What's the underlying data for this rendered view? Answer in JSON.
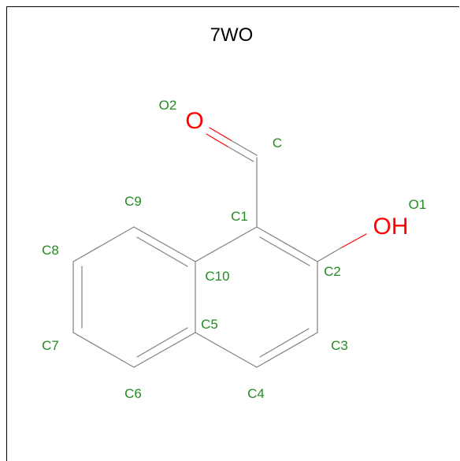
{
  "title": "7WO",
  "colors": {
    "label": "#228b22",
    "heteroatom": "#ff0000",
    "bond": "#808080",
    "text": "#000000"
  },
  "atoms": [
    {
      "id": "O2",
      "label": "O2"
    },
    {
      "id": "C",
      "label": "C"
    },
    {
      "id": "C1",
      "label": "C1"
    },
    {
      "id": "O1",
      "label": "O1"
    },
    {
      "id": "C2",
      "label": "C2"
    },
    {
      "id": "C3",
      "label": "C3"
    },
    {
      "id": "C4",
      "label": "C4"
    },
    {
      "id": "C5",
      "label": "C5"
    },
    {
      "id": "C6",
      "label": "C6"
    },
    {
      "id": "C7",
      "label": "C7"
    },
    {
      "id": "C8",
      "label": "C8"
    },
    {
      "id": "C9",
      "label": "C9"
    },
    {
      "id": "C10",
      "label": "C10"
    }
  ],
  "heteroatoms": {
    "oxygen_double": "O",
    "hydroxyl": "OH"
  },
  "bonds": [
    {
      "from": "C",
      "to": "O2",
      "order": 2
    },
    {
      "from": "C",
      "to": "C1",
      "order": 1
    },
    {
      "from": "C1",
      "to": "C2",
      "order": 2
    },
    {
      "from": "C2",
      "to": "O1",
      "order": 1
    },
    {
      "from": "C2",
      "to": "C3",
      "order": 1
    },
    {
      "from": "C3",
      "to": "C4",
      "order": 2
    },
    {
      "from": "C4",
      "to": "C5",
      "order": 1
    },
    {
      "from": "C5",
      "to": "C10",
      "order": 1
    },
    {
      "from": "C10",
      "to": "C1",
      "order": 1
    },
    {
      "from": "C5",
      "to": "C6",
      "order": 2
    },
    {
      "from": "C6",
      "to": "C7",
      "order": 1
    },
    {
      "from": "C7",
      "to": "C8",
      "order": 2
    },
    {
      "from": "C8",
      "to": "C9",
      "order": 1
    },
    {
      "from": "C9",
      "to": "C10",
      "order": 2
    }
  ]
}
